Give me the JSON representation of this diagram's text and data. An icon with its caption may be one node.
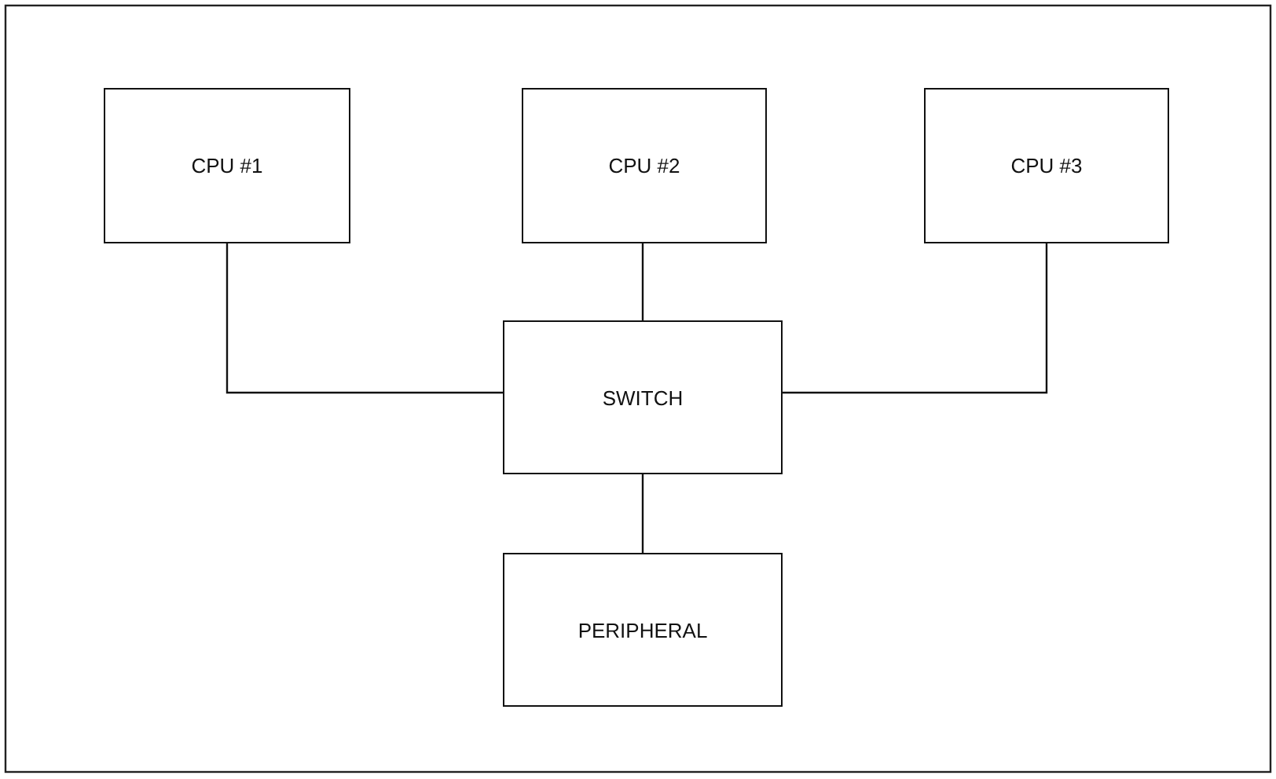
{
  "diagram": {
    "nodes": [
      {
        "text": [
          "CPU #1"
        ]
      },
      {
        "text": [
          "CPU #2"
        ]
      },
      {
        "text": [
          "CPU #3"
        ]
      },
      {
        "text": [
          "SWITCH"
        ]
      },
      {
        "text": [
          "PERIPHERAL"
        ]
      }
    ],
    "edges": [
      {
        "from": 0,
        "to": 3,
        "arrow": "none"
      },
      {
        "from": 1,
        "to": 3,
        "arrow": "none"
      },
      {
        "from": 2,
        "to": 3,
        "arrow": "none"
      },
      {
        "from": 3,
        "to": 4,
        "arrow": "none"
      }
    ]
  }
}
